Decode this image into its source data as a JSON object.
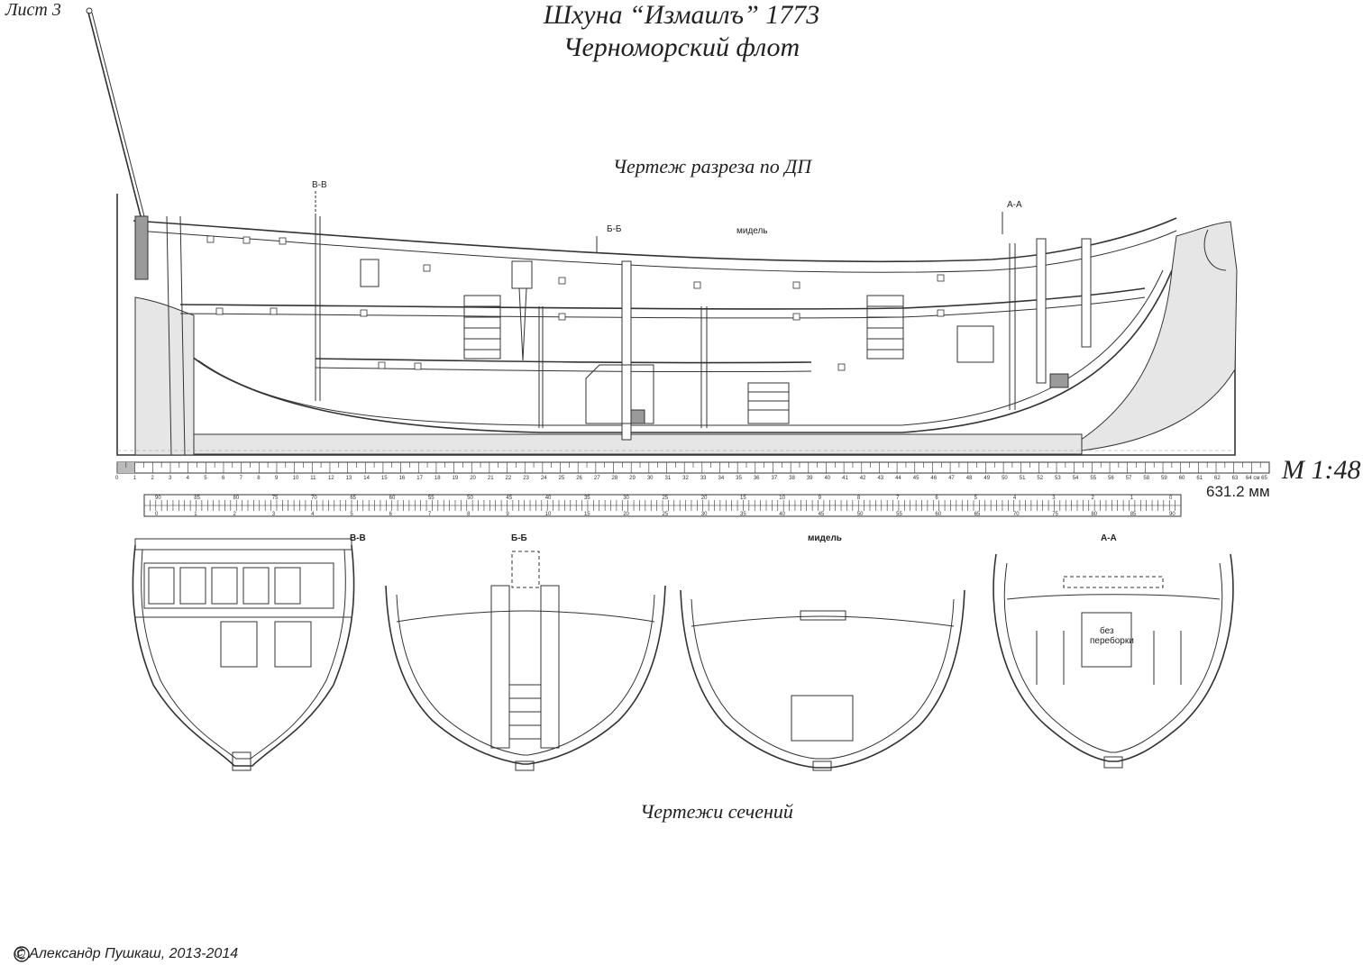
{
  "sheet_label": "Лист 3",
  "title_line1": "Шхуна “Измаилъ” 1773",
  "title_line2": "Черноморский флот",
  "profile_caption": "Чертеж разреза по ДП",
  "sections_caption": "Чертежи сечений",
  "scale": {
    "label": "М 1:48",
    "length": "631.2 мм",
    "end_label": "64 см 65"
  },
  "section_markers": {
    "vv": "В-В",
    "bb": "Б-Б",
    "aa": "А-А",
    "midship": "мидель"
  },
  "section_titles": [
    "В-В",
    "Б-Б",
    "мидель",
    "А-А"
  ],
  "note_no_bulkhead": [
    "без",
    "переборки"
  ],
  "upper_scale": {
    "top_labels": [
      "90",
      "85",
      "80",
      "75",
      "70",
      "65",
      "60",
      "55",
      "50",
      "45",
      "40",
      "35",
      "30",
      "25",
      "20",
      "15",
      "10",
      "9",
      "8",
      "7",
      "6",
      "5",
      "4",
      "3",
      "2",
      "1",
      "0"
    ],
    "bottom_labels": [
      "0",
      "1",
      "2",
      "3",
      "4",
      "5",
      "6",
      "7",
      "8",
      "9",
      "10",
      "15",
      "20",
      "25",
      "30",
      "35",
      "40",
      "45",
      "50",
      "55",
      "60",
      "65",
      "70",
      "75",
      "80",
      "85",
      "90"
    ]
  },
  "copyright": "© Александр Пушкаш, 2013-2014",
  "icons": [
    "copyright-icon"
  ]
}
